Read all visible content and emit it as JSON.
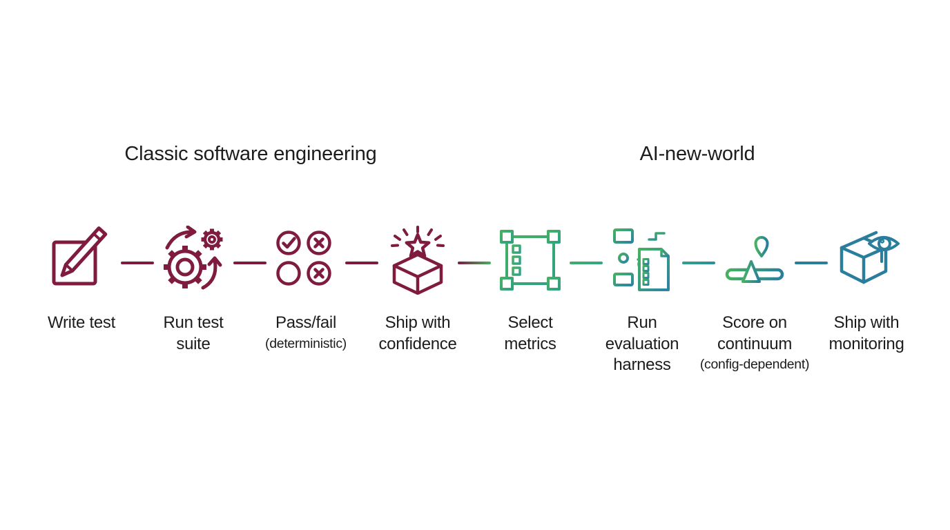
{
  "headings": {
    "classic": "Classic software engineering",
    "ai": "AI-new-world"
  },
  "steps": [
    {
      "label": "Write test",
      "sublabel": "",
      "icon": "pencil-square-icon"
    },
    {
      "label": "Run test\nsuite",
      "sublabel": "",
      "icon": "gears-cycle-icon"
    },
    {
      "label": "Pass/fail",
      "sublabel": "(deterministic)",
      "icon": "pass-fail-circles-icon"
    },
    {
      "label": "Ship with\nconfidence",
      "sublabel": "",
      "icon": "box-star-burst-icon"
    },
    {
      "label": "Select\nmetrics",
      "sublabel": "",
      "icon": "checklist-frame-icon"
    },
    {
      "label": "Run\nevaluation\nharness",
      "sublabel": "",
      "icon": "flowchart-document-icon"
    },
    {
      "label": "Score on\ncontinuum",
      "sublabel": "(config-dependent)",
      "icon": "slider-continuum-icon"
    },
    {
      "label": "Ship with\nmonitoring",
      "sublabel": "",
      "icon": "box-eye-icon"
    }
  ],
  "connectors": [
    {
      "from": "#7E1B3F",
      "to": "#7E1B3F"
    },
    {
      "from": "#7E1B3F",
      "to": "#7E1B3F"
    },
    {
      "from": "#7E1B3F",
      "to": "#7E1B3F"
    },
    {
      "from": "#7E1B3F",
      "to": "#45B161"
    },
    {
      "from": "#3FAD6B",
      "to": "#35A585"
    },
    {
      "from": "#31A08B",
      "to": "#2B8F9C"
    },
    {
      "from": "#2A7E9C",
      "to": "#2A7E9C"
    }
  ],
  "colors": {
    "maroon": "#7E1B3F",
    "green": "#45B161",
    "greenTeal": "#2EA183",
    "tealBlue": "#2B84A4",
    "teal": "#2A7E9C",
    "text": "#1C1C1C",
    "background": "#FFFFFF"
  }
}
